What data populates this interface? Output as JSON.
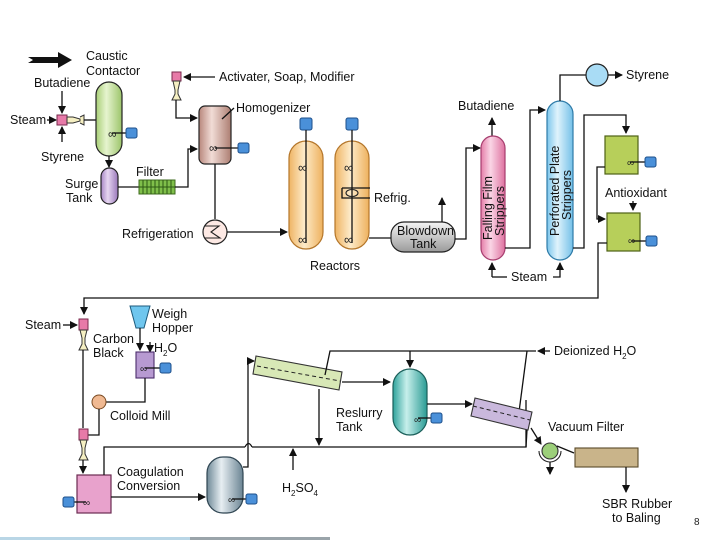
{
  "diagram": {
    "title": "SBR (Styrene-Butadiene Rubber) Emulsion Process Flow",
    "page_number": "8",
    "colors": {
      "caustic_contactor": "#c9e4a0",
      "surge_tank": "#c9a6dc",
      "filter": "#6aab3c",
      "homogenizer": "#d4aaa0",
      "reactor": "#f7cf8e",
      "blowdown_tank": "#c8c8c8",
      "falling_film": "#f2a6c6",
      "perforated_plate": "#a9dcf5",
      "antioxidant_tank": "#b7cf5a",
      "motor": "#4a90d9",
      "mixer_pink": "#e77aa8",
      "carbon_black_mixer": "#b79ad1",
      "coagulation_tank": "#e8a2cc",
      "conversion_vessel": "#9cb3bf",
      "reslurry_tank": "#5fc7c0",
      "vacuum_filter": "#9ccf7a",
      "baler": "#c9b48a",
      "styrene_receiver": "#a9dcf5",
      "colloid_mill": "#f0b992",
      "weigh_hopper": "#6fc6ee"
    },
    "labels": {
      "caustic_contactor": [
        "Caustic",
        "Contactor"
      ],
      "butadiene_in": "Butadiene",
      "steam_in": "Steam",
      "styrene_in": "Styrene",
      "surge_tank": [
        "Surge",
        "Tank"
      ],
      "filter": "Filter",
      "activator": "Activater, Soap, Modifier",
      "homogenizer": "Homogenizer",
      "refrigeration": "Refrigeration",
      "reactors": "Reactors",
      "refrig": "Refrig.",
      "blowdown_tank": [
        "Blowdown",
        "Tank"
      ],
      "butadiene_out": "Butadiene",
      "falling_film": [
        "Falling Film",
        "Strippers"
      ],
      "perforated_plate": [
        "Perforated Plate",
        "Strippers"
      ],
      "steam_strippers": "Steam",
      "styrene_out": "Styrene",
      "antioxidant": "Antioxidant",
      "steam_lower": "Steam",
      "weigh_hopper": [
        "Weigh",
        "Hopper"
      ],
      "carbon_black": [
        "Carbon",
        "Black"
      ],
      "h2o": "H",
      "h2o_sub": "2",
      "h2o_end": "O",
      "colloid_mill": "Colloid Mill",
      "coagulation": [
        "Coagulation",
        "Conversion"
      ],
      "h2so4_h": "H",
      "h2so4_sub1": "2",
      "h2so4_so": "SO",
      "h2so4_sub2": "4",
      "reslurry_tank": [
        "Reslurry",
        "Tank"
      ],
      "deionized": "Deionized H",
      "deionized_sub": "2",
      "deionized_end": "O",
      "vacuum_filter": "Vacuum Filter",
      "sbr_rubber": [
        "SBR Rubber",
        "to Baling"
      ]
    }
  }
}
